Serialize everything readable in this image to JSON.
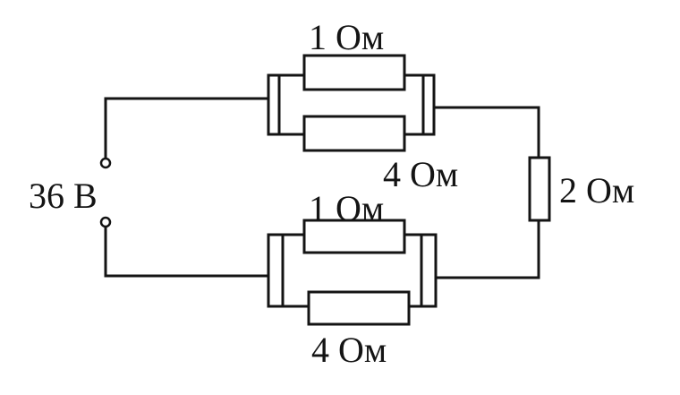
{
  "source": {
    "voltage_label": "36 В"
  },
  "resistors": {
    "top_upper": {
      "label": "1 Ом"
    },
    "top_lower": {
      "label": "4 Ом"
    },
    "right": {
      "label": "2 Ом"
    },
    "bottom_upper": {
      "label": "1 Ом"
    },
    "bottom_lower": {
      "label": "4 Ом"
    }
  },
  "colors": {
    "ink": "#141414",
    "background": "#ffffff"
  }
}
